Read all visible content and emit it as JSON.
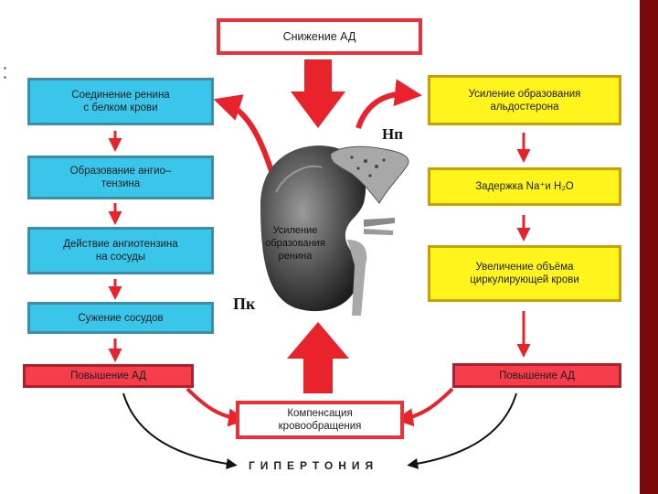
{
  "colors": {
    "blue_box": "#39c6ea",
    "yellow_box": "#fff41c",
    "pink_box": "#f53d4b",
    "arrow_red": "#e8232c",
    "side_bar": "#7a0a0a"
  },
  "top_box": "Снижение АД",
  "left_chain": [
    "Соединение ренина\nс белком крови",
    "Образование ангио–\nтензина",
    "Действие ангиотензина\nна сосуды",
    "Сужение сосудов",
    "Повышение АД"
  ],
  "right_chain": [
    "Усиление образования\nальдостерона",
    "Задержка Na⁺и  H₂O",
    "Увеличение объёма\nциркулирующей крови",
    "Повышение АД"
  ],
  "kidney_label": "Усиление\nобразования\nренина",
  "label_np": "Нп",
  "label_pk": "Пк",
  "compensation_box": "Компенсация\nкровообращения",
  "bottom_title": "ГИПЕРТОНИЯ",
  "left_edge_marks": "▪\n▪"
}
